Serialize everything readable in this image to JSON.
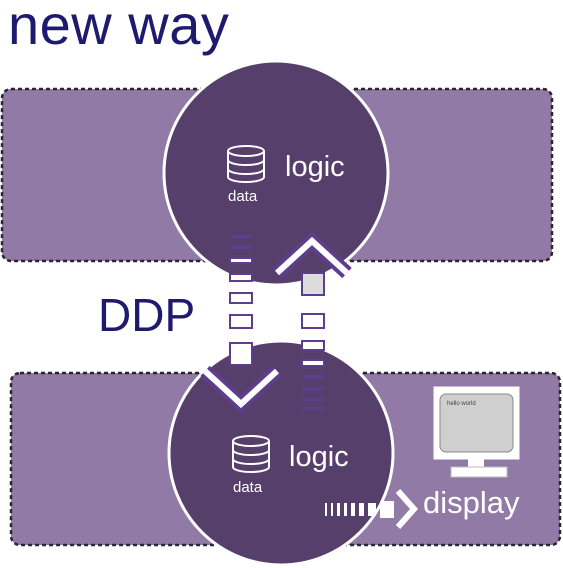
{
  "title": "new way",
  "protocol_label": "DDP",
  "server_node": {
    "logic_label": "logic",
    "data_label": "data"
  },
  "client_node": {
    "logic_label": "logic",
    "data_label": "data",
    "display_label": "display",
    "screen_text": "hello world"
  },
  "colors": {
    "title": "#1f1a6e",
    "band": "#927aa6",
    "circle": "#563f6a",
    "accent": "#5e3d8c",
    "arrow": "#ffffff",
    "screen": "#cfcfcf"
  },
  "icons": [
    "database-icon",
    "chevron-down-icon",
    "chevron-up-icon",
    "chevron-right-icon",
    "monitor-icon"
  ]
}
